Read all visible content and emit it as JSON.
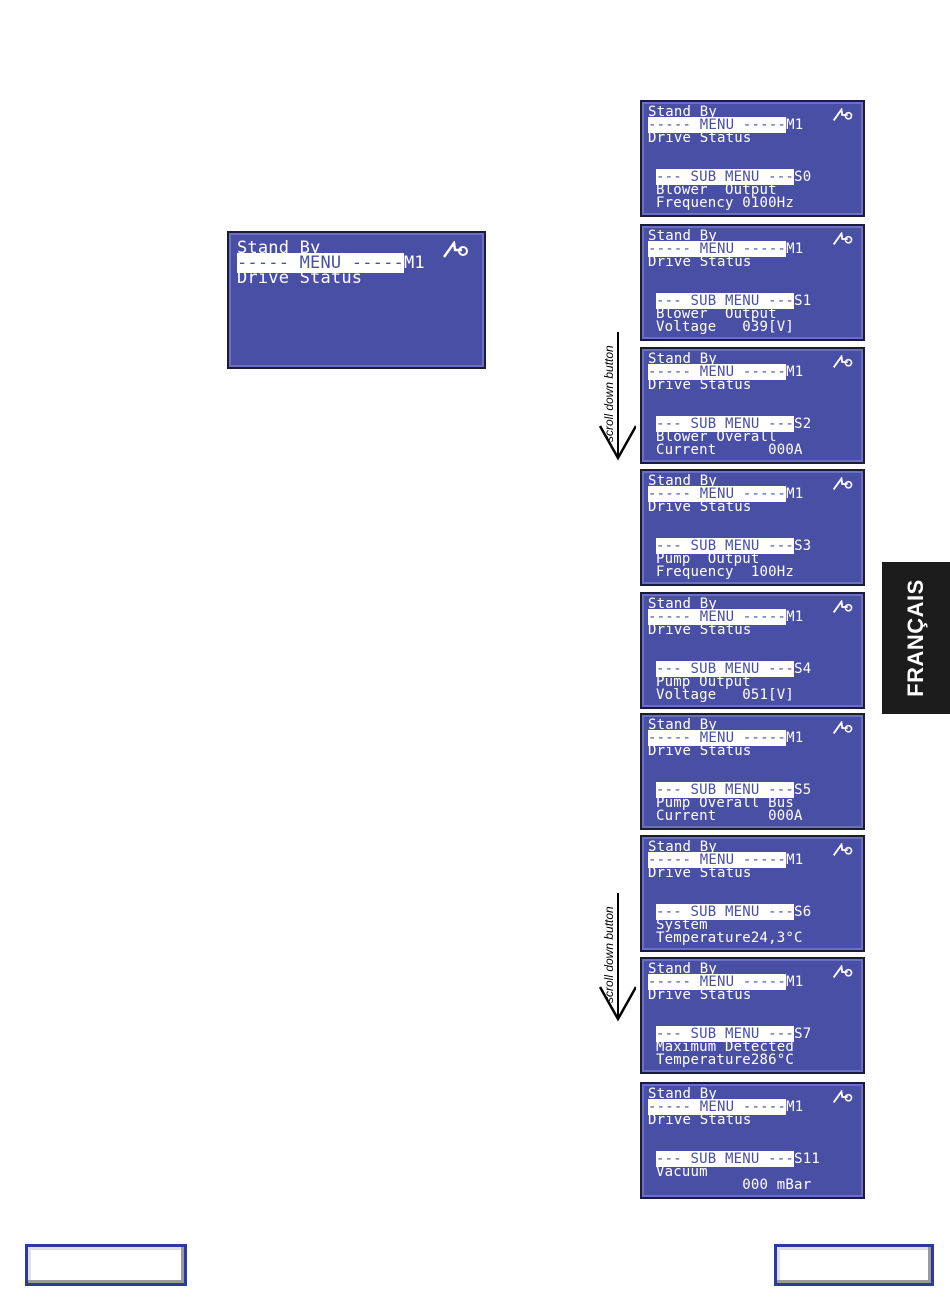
{
  "main_screen": {
    "status": "Stand By",
    "menu_prefix": "----- MENU -----",
    "menu_code": "M1",
    "menu_title": "Drive Status"
  },
  "screens": [
    {
      "status": "Stand By",
      "menu_prefix": "----- MENU -----",
      "menu_code": "M1",
      "menu_title": "Drive Status",
      "sub_prefix": "--- SUB MENU ---",
      "sub_code": "S0",
      "line1": "Blower  Output",
      "line2": "Frequency 0100Hz"
    },
    {
      "status": "Stand By",
      "menu_prefix": "----- MENU -----",
      "menu_code": "M1",
      "menu_title": "Drive Status",
      "sub_prefix": "--- SUB MENU ---",
      "sub_code": "S1",
      "line1": "Blower  Output",
      "line2": "Voltage   039[V]"
    },
    {
      "status": "Stand By",
      "menu_prefix": "----- MENU -----",
      "menu_code": "M1",
      "menu_title": "Drive Status",
      "sub_prefix": "--- SUB MENU ---",
      "sub_code": "S2",
      "line1": "Blower Overall",
      "line2": "Current      000A"
    },
    {
      "status": "Stand By",
      "menu_prefix": "----- MENU -----",
      "menu_code": "M1",
      "menu_title": "Drive Status",
      "sub_prefix": "--- SUB MENU ---",
      "sub_code": "S3",
      "line1": "Pump  Output",
      "line2": "Frequency  100Hz"
    },
    {
      "status": "Stand By",
      "menu_prefix": "----- MENU -----",
      "menu_code": "M1",
      "menu_title": "Drive Status",
      "sub_prefix": "--- SUB MENU ---",
      "sub_code": "S4",
      "line1": "Pump Output",
      "line2": "Voltage   051[V]"
    },
    {
      "status": "Stand By",
      "menu_prefix": "----- MENU -----",
      "menu_code": "M1",
      "menu_title": "Drive Status",
      "sub_prefix": "--- SUB MENU ---",
      "sub_code": "S5",
      "line1": "Pump Overall Bus",
      "line2": "Current      000A"
    },
    {
      "status": "Stand By",
      "menu_prefix": "----- MENU -----",
      "menu_code": "M1",
      "menu_title": "Drive Status",
      "sub_prefix": "--- SUB MENU ---",
      "sub_code": "S6",
      "line1": "System",
      "line2": "Temperature24,3°C"
    },
    {
      "status": "Stand By",
      "menu_prefix": "----- MENU -----",
      "menu_code": "M1",
      "menu_title": "Drive Status",
      "sub_prefix": "--- SUB MENU ---",
      "sub_code": "S7",
      "line1": "Maximum Detected",
      "line2": "Temperature286°C"
    },
    {
      "status": "Stand By",
      "menu_prefix": "----- MENU -----",
      "menu_code": "M1",
      "menu_title": "Drive Status",
      "sub_prefix": "--- SUB MENU ---",
      "sub_code": "S11",
      "line1": "Vacuum",
      "line2": "          000 mBar"
    }
  ],
  "scroll_label": "scroll down button",
  "side_tab": "FRANÇAIS",
  "colors": {
    "lcd_bg": "#4a4fa6",
    "lcd_text": "#ffffff",
    "tab_bg": "#1c1c1c",
    "nav_border": "#2a3aa0"
  }
}
